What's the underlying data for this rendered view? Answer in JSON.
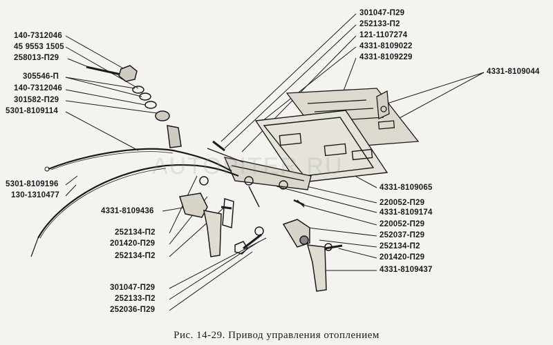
{
  "caption": "Рис. 14-29. Привод управления отоплением",
  "watermark": "AUTOPITER.RU",
  "labels_left": {
    "l1": "140-7312046",
    "l2": "45 9553 1505",
    "l3": "258013-П29",
    "l4": "305546-П",
    "l5": "140-7312046",
    "l6": "301582-П29",
    "l7": "5301-8109114",
    "l8": "5301-8109196",
    "l9": "130-1310477",
    "l10": "4331-8109436",
    "l11": "252134-П2",
    "l12": "201420-П29",
    "l13": "252134-П2",
    "l14": "301047-П29",
    "l15": "252133-П2",
    "l16": "252036-П29"
  },
  "labels_right": {
    "r1": "301047-П29",
    "r2": "252133-П2",
    "r3": "121-1107274",
    "r4": "4331-8109022",
    "r5": "4331-8109229",
    "r6": "4331-8109044",
    "r7": "4331-8109065",
    "r8": "220052-П29",
    "r9": "4331-8109174",
    "r10": "220052-П29",
    "r11": "252037-П29",
    "r12": "252134-П2",
    "r13": "201420-П29",
    "r14": "4331-8109437"
  }
}
